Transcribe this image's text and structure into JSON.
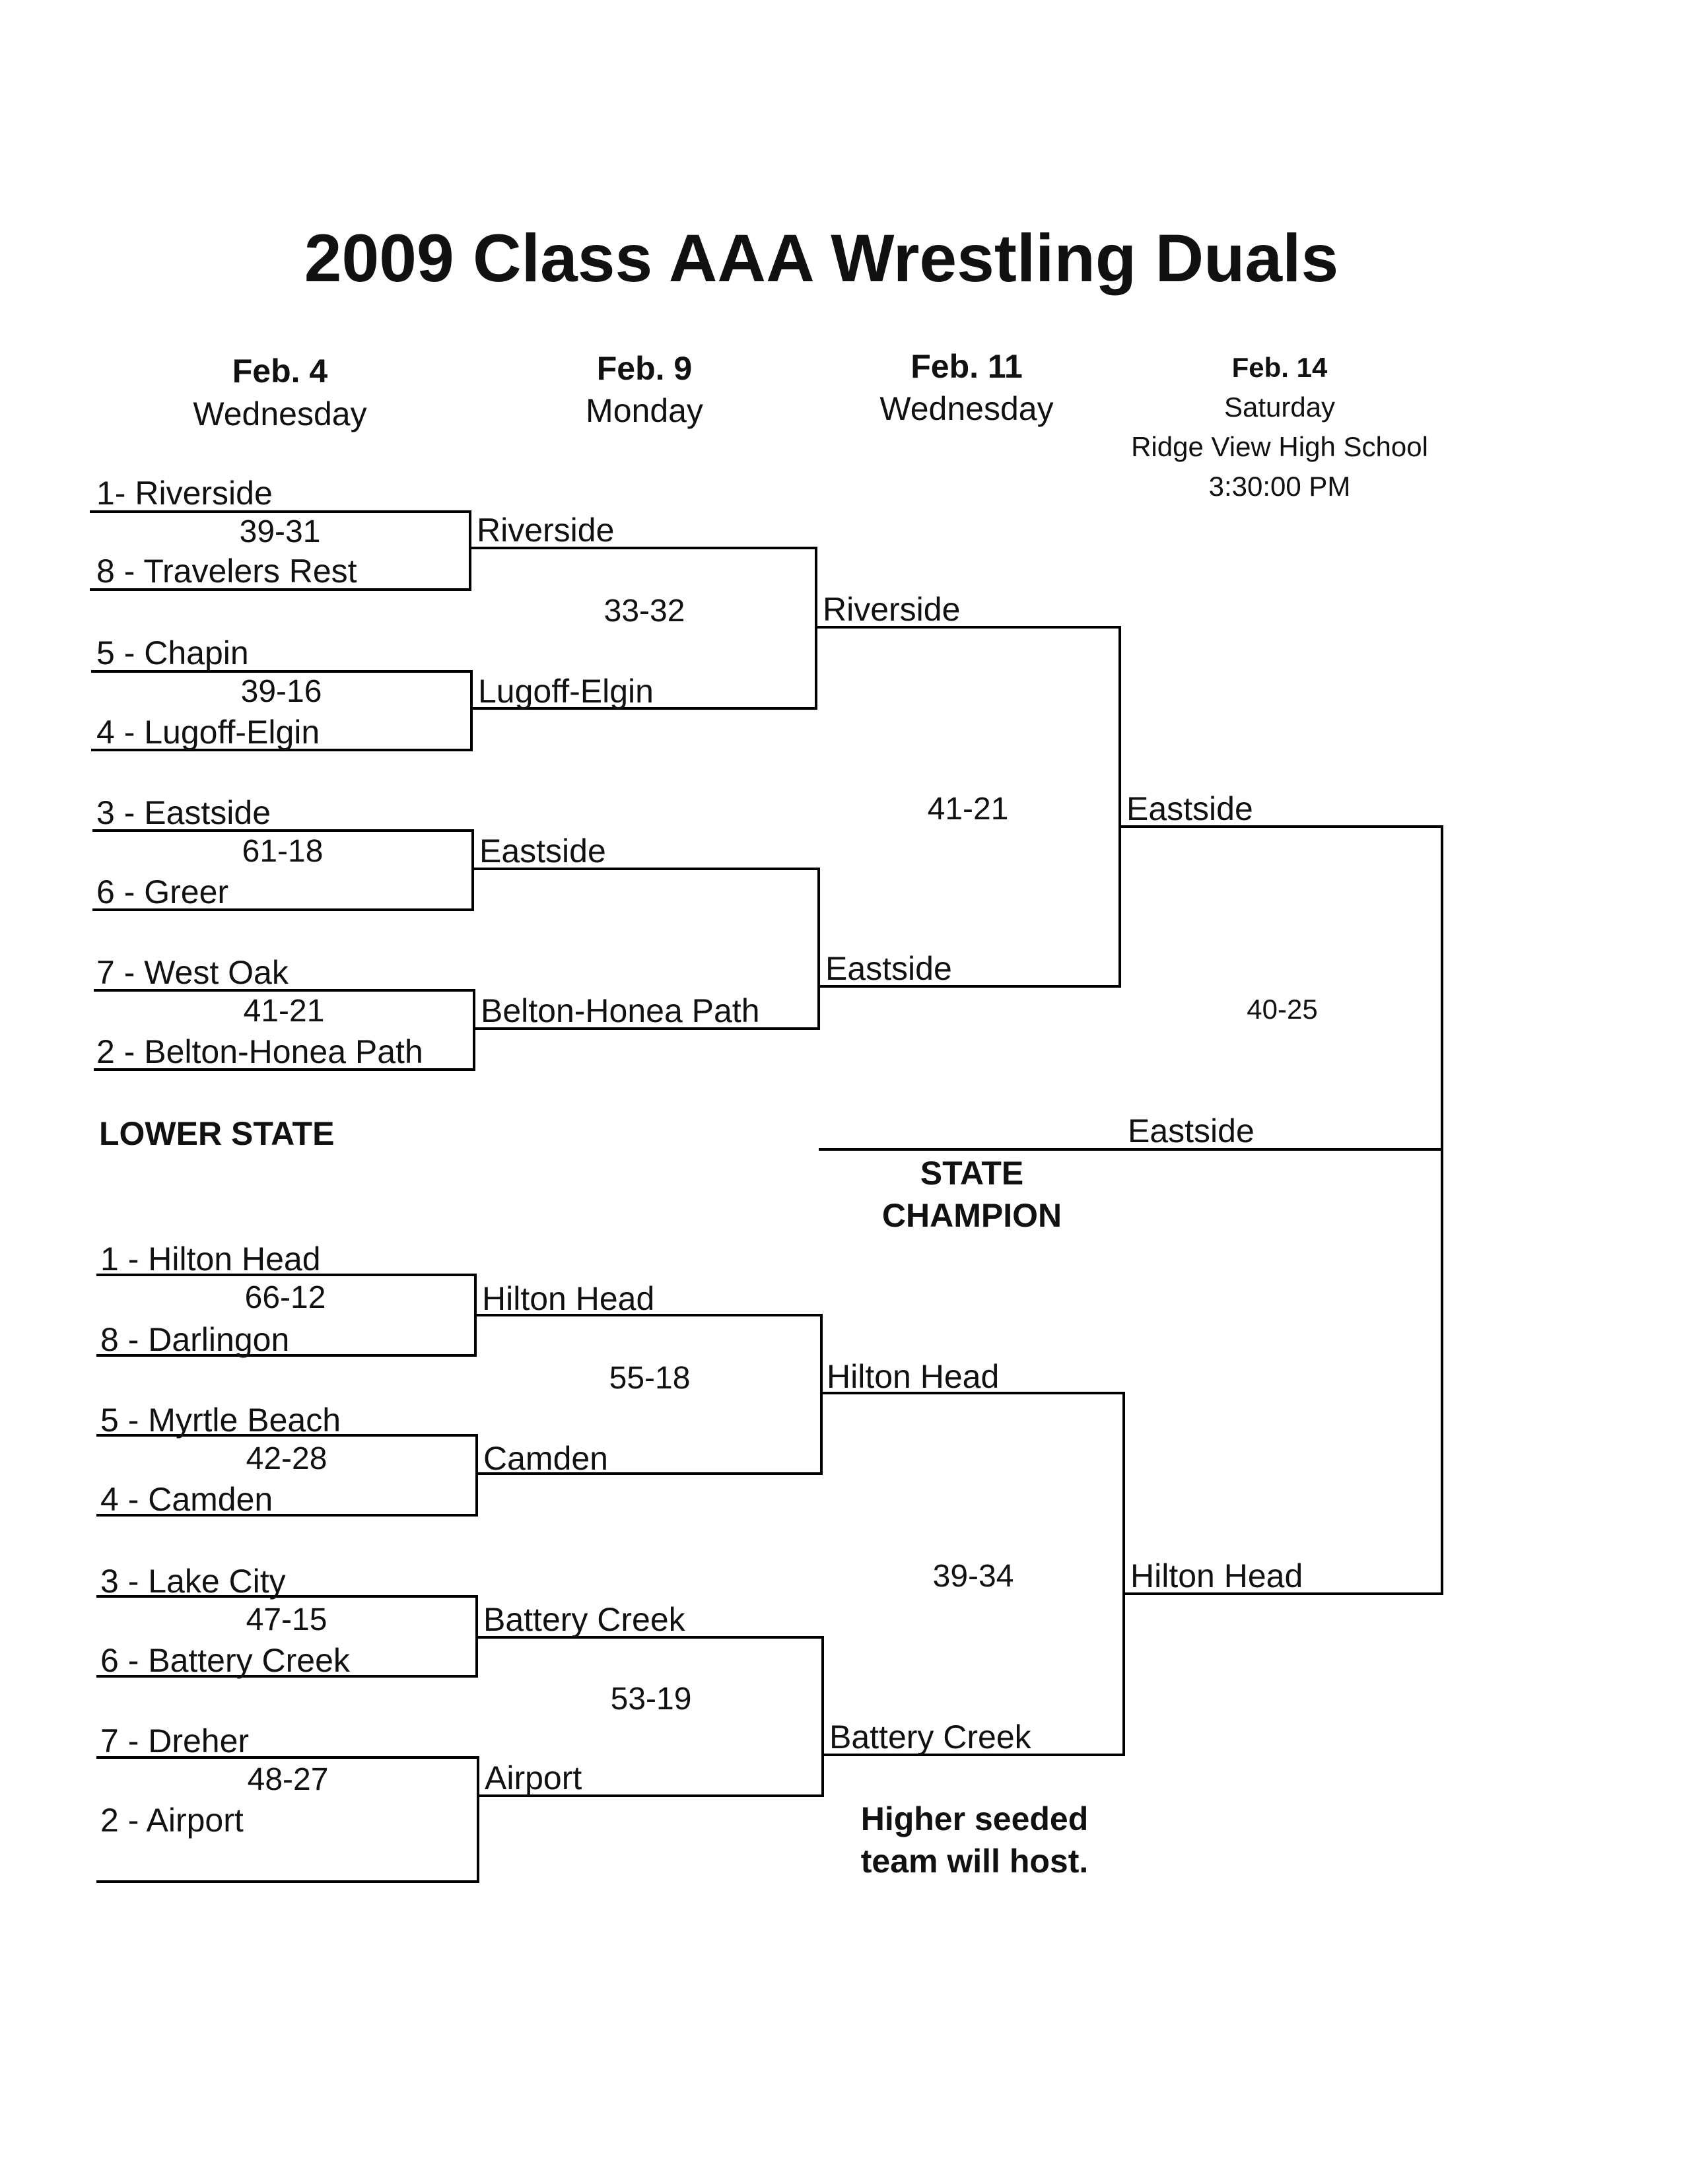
{
  "title": "2009 Class AAA Wrestling Duals",
  "headers": [
    {
      "date": "Feb. 4",
      "day": "Wednesday"
    },
    {
      "date": "Feb. 9",
      "day": "Monday"
    },
    {
      "date": "Feb. 11",
      "day": "Wednesday"
    },
    {
      "date": "Feb. 14",
      "day": "Saturday",
      "venue": "Ridge View High School",
      "time": "3:30:00 PM"
    }
  ],
  "upper": {
    "r1": [
      {
        "top": "1- Riverside",
        "score": "39-31",
        "bottom": "8 - Travelers Rest"
      },
      {
        "top": "5 - Chapin",
        "score": "39-16",
        "bottom": "4 - Lugoff-Elgin"
      },
      {
        "top": "3 - Eastside",
        "score": "61-18",
        "bottom": "6 - Greer"
      },
      {
        "top": "7 - West Oak",
        "score": "41-21",
        "bottom": "2 - Belton-Honea Path"
      }
    ],
    "r2": [
      "Riverside",
      "Lugoff-Elgin",
      "Eastside",
      "Belton-Honea Path"
    ],
    "r2_scores": [
      "33-32"
    ],
    "r3": [
      "Riverside",
      "Eastside"
    ],
    "r3_score": "41-21",
    "r4": "Eastside"
  },
  "region_label": "LOWER STATE",
  "lower": {
    "r1": [
      {
        "top": "1 - Hilton Head",
        "score": "66-12",
        "bottom": "8 - Darlingon"
      },
      {
        "top": "5 - Myrtle Beach",
        "score": "42-28",
        "bottom": "4 - Camden"
      },
      {
        "top": "3 - Lake City",
        "score": "47-15",
        "bottom": "6 - Battery Creek"
      },
      {
        "top": "7 - Dreher",
        "score": "48-27",
        "bottom": "2 - Airport"
      }
    ],
    "r2": [
      "Hilton Head",
      "Camden",
      "Battery Creek",
      "Airport"
    ],
    "r2_scores": [
      "55-18",
      "53-19"
    ],
    "r3": [
      "Hilton Head",
      "Battery Creek"
    ],
    "r3_score": "39-34",
    "r4": "Hilton Head"
  },
  "final_score": "40-25",
  "champion": "Eastside",
  "champion_label": [
    "STATE",
    "CHAMPION"
  ],
  "note": [
    "Higher seeded",
    "team will host."
  ]
}
